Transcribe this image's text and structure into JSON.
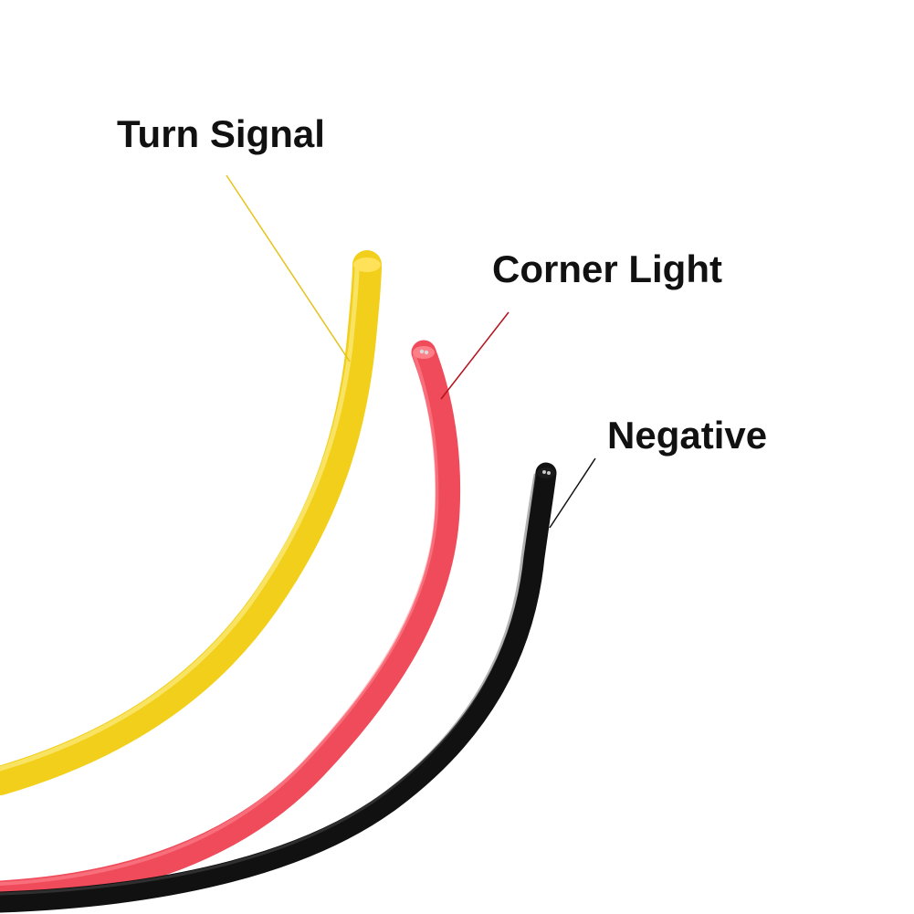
{
  "labels": {
    "turn_signal": "Turn Signal",
    "corner_light": "Corner Light",
    "negative": "Negative"
  },
  "colors": {
    "background": "#ffffff",
    "turn_signal_wire": "#f2cf1a",
    "corner_light_wire": "#ef4b5a",
    "negative_wire": "#111111",
    "text": "#111111",
    "turn_signal_leader": "#e6c21a",
    "corner_light_leader": "#b3121b",
    "negative_leader": "#111111"
  }
}
